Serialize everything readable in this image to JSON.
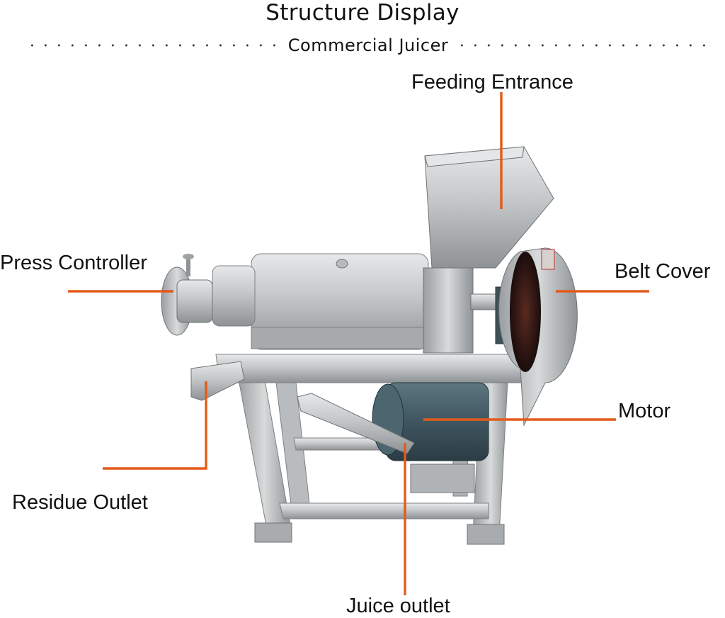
{
  "header": {
    "title": "Structure Display",
    "subtitle": "Commercial Juicer"
  },
  "labels": {
    "feeding_entrance": "Feeding Entrance",
    "press_controller": "Press Controller",
    "belt_cover": "Belt Cover",
    "motor": "Motor",
    "residue_outlet": "Residue Outlet",
    "juice_outlet": "Juice outlet"
  },
  "colors": {
    "leader_line": "#e35a1a",
    "steel": "#c9cbcc",
    "motor": "#3f5660"
  }
}
